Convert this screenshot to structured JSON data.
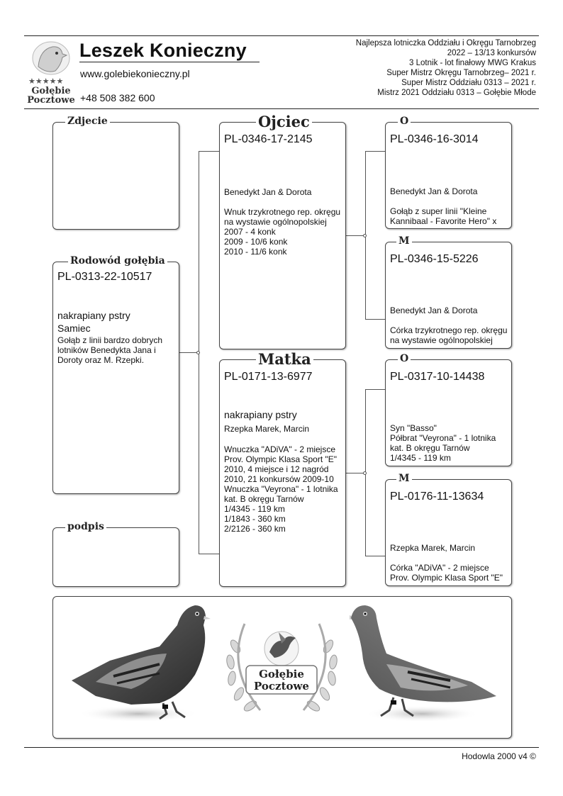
{
  "header": {
    "logo_text": [
      "Gołębie",
      "Pocztowe"
    ],
    "breeder_name": "Leszek Konieczny",
    "website": "www.golebiekonieczny.pl",
    "phone": "+48 508 382 600",
    "achievements": [
      "Najlepsza lotniczka Oddziału i Okręgu Tarnobrzeg",
      "2022 – 13/13 konkursów",
      "3 Lotnik - lot finałowy MWG Krakus",
      "Super Mistrz Okręgu Tarnobrzeg– 2021 r.",
      "Super Mistrz Oddziału 0313 – 2021 r.",
      "Mistrz 2021 Oddziału 0313 – Gołębie Młode"
    ]
  },
  "photo": {
    "title": "Zdjecie"
  },
  "pigeon": {
    "title": "Rodowód gołębia",
    "ring": "PL-0313-22-10517",
    "color": "nakrapiany pstry",
    "sex": "Samiec",
    "desc": "Gołąb z linii bardzo dobrych lotników Benedykta Jana i Doroty oraz M. Rzepki."
  },
  "signature": {
    "title": "podpis"
  },
  "father": {
    "title": "Ojciec",
    "ring": "PL-0346-17-2145",
    "breeder": "Benedykt Jan & Dorota",
    "desc": [
      "Wnuk trzykrotnego rep. okręgu",
      "na wystawie ogólnopolskiej",
      "2007 - 4 konk",
      "2009 - 10/6 konk",
      "2010 - 11/6 konk"
    ]
  },
  "mother": {
    "title": "Matka",
    "ring": "PL-0171-13-6977",
    "color": "nakrapiany pstry",
    "breeder": "Rzepka Marek, Marcin",
    "desc": [
      "Wnuczka \"ADiVA\" - 2 miejsce",
      "Prov. Olympic Klasa Sport \"E\"",
      "2010, 4 miejsce i 12 nagród",
      "2010, 21 konkursów 2009-10",
      "Wnuczka \"Veyrona\" - 1 lotnika",
      "kat. B okręgu Tarnów",
      "1/4345 - 119 km",
      "1/1843 - 360 km",
      "2/2126 - 360 km"
    ]
  },
  "ff": {
    "title": "O",
    "ring": "PL-0346-16-3014",
    "breeder": "Benedykt Jan & Dorota",
    "desc": [
      "Gołąb z super linii \"Kleine",
      "Kannibaal - Favorite Hero\" x"
    ]
  },
  "fm": {
    "title": "M",
    "ring": "PL-0346-15-5226",
    "breeder": "Benedykt Jan & Dorota",
    "desc": [
      "Córka trzykrotnego rep. okręgu",
      "na wystawie ogólnopolskiej"
    ]
  },
  "mf": {
    "title": "O",
    "ring": "PL-0317-10-14438",
    "desc": [
      "Syn \"Basso\"",
      "Półbrat \"Veyrona\" - 1 lotnika",
      "kat. B okręgu Tarnów",
      "1/4345 - 119 km"
    ]
  },
  "mm": {
    "title": "M",
    "ring": "PL-0176-11-13634",
    "breeder": "Rzepka Marek, Marcin",
    "desc": [
      "Córka \"ADiVA\" - 2 miejsce",
      "Prov. Olympic Klasa Sport \"E\""
    ]
  },
  "bottom_logo_text": [
    "Gołębie",
    "Pocztowe"
  ],
  "footer": "Hodowla 2000 v4 ©"
}
